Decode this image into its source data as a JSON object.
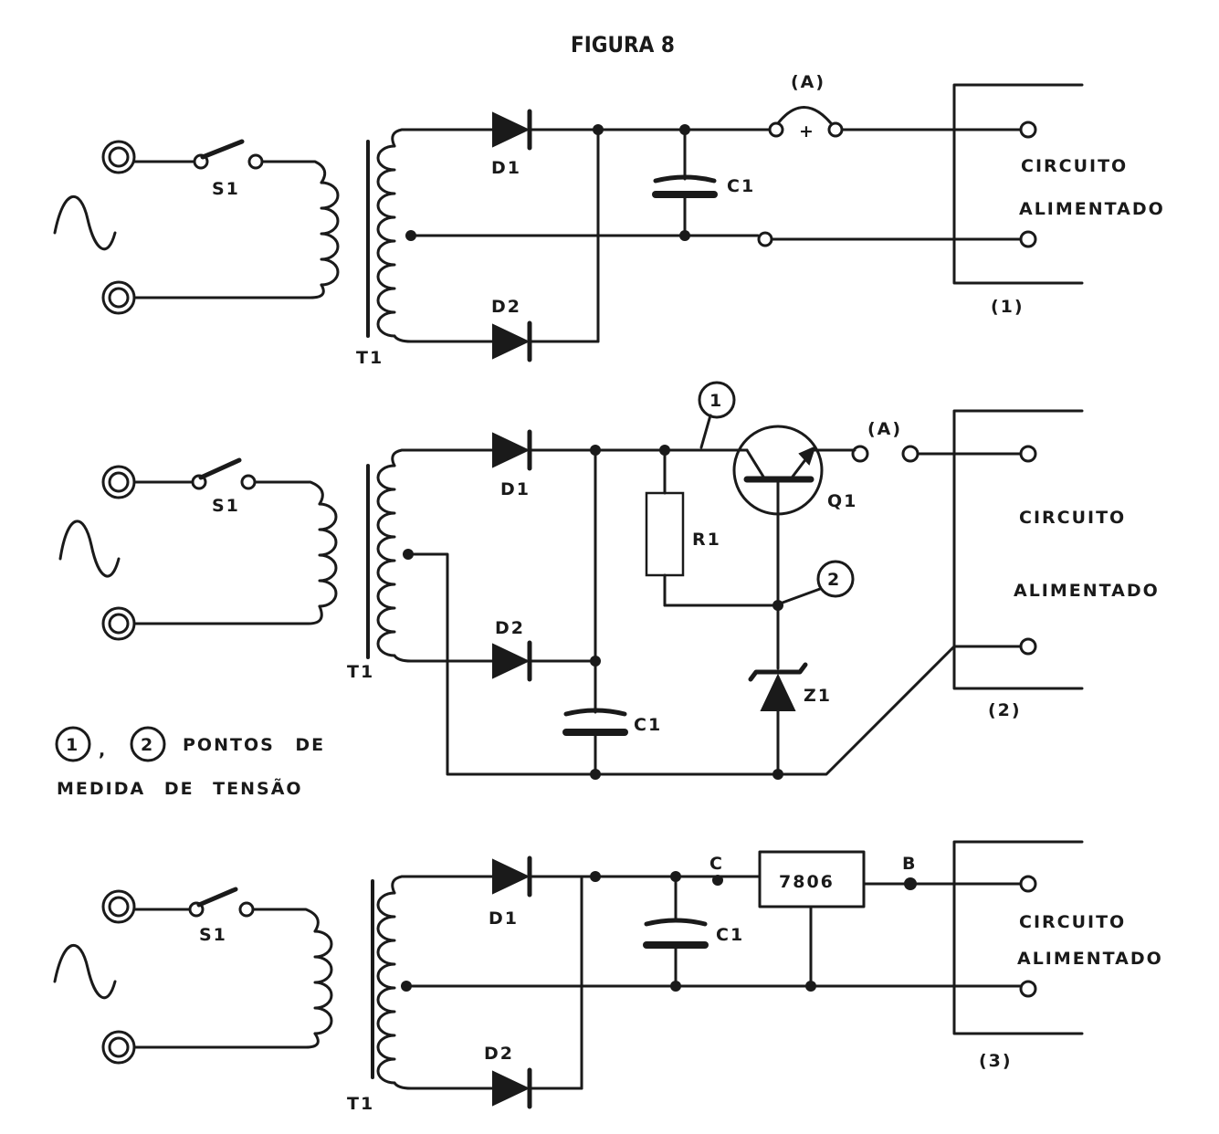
{
  "figure_title": "FIGURA 8",
  "legend": {
    "marker1": "1",
    "marker2": "2",
    "comma": ",",
    "line1": "PONTOS DE",
    "line2": "MEDIDA DE TENSÃO"
  },
  "circuits": [
    {
      "switch": "S1",
      "transformer": "T1",
      "diode_top": "D1",
      "diode_bottom": "D2",
      "capacitor": "C1",
      "ammeter": "(A)",
      "plus": "+",
      "load_line1": "CIRCUITO",
      "load_line2": "ALIMENTADO",
      "number": "(1)"
    },
    {
      "switch": "S1",
      "transformer": "T1",
      "diode_top": "D1",
      "diode_bottom": "D2",
      "capacitor": "C1",
      "ammeter": "(A)",
      "resistor": "R1",
      "transistor": "Q1",
      "zener": "Z1",
      "point1": "1",
      "point2": "2",
      "load_line1": "CIRCUITO",
      "load_line2": "ALIMENTADO",
      "number": "(2)"
    },
    {
      "switch": "S1",
      "transformer": "T1",
      "diode_top": "D1",
      "diode_bottom": "D2",
      "capacitor": "C1",
      "regulator": "7806",
      "node_c": "C",
      "node_b": "B",
      "load_line1": "CIRCUITO",
      "load_line2": "ALIMENTADO",
      "number": "(3)"
    }
  ]
}
